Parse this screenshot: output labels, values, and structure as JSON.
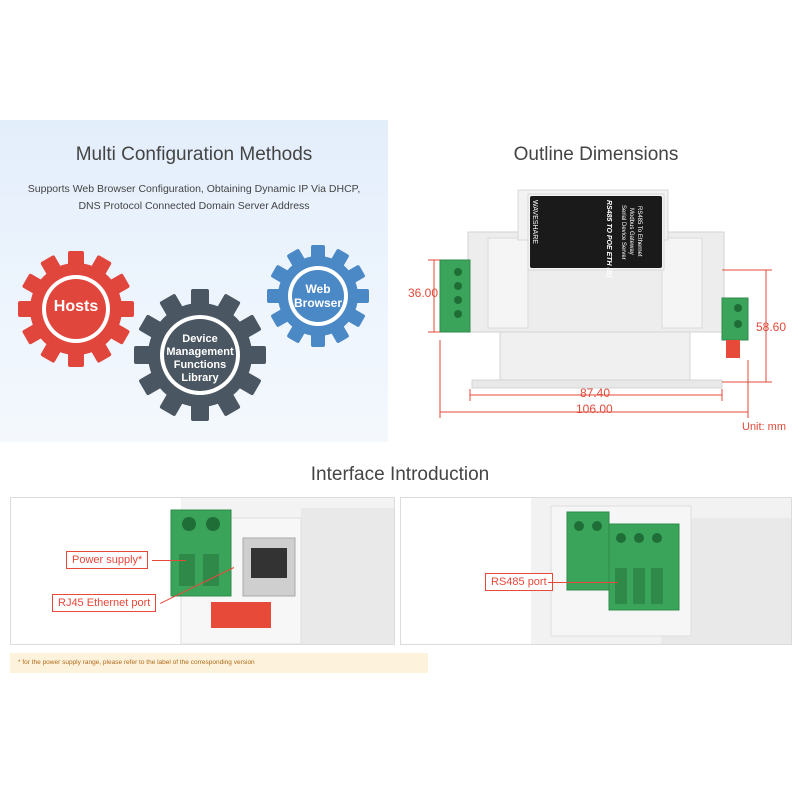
{
  "multi_config": {
    "title": "Multi Configuration Methods",
    "desc_line1": "Supports Web Browser Configuration, Obtaining Dynamic IP Via DHCP,",
    "desc_line2": "DNS Protocol Connected Domain Server Address",
    "gears": {
      "hosts": "Hosts",
      "web_line1": "Web",
      "web_line2": "Browser",
      "dm_line1": "Device",
      "dm_line2": "Management",
      "dm_line3": "Functions",
      "dm_line4": "Library"
    }
  },
  "outline": {
    "title": "Outline Dimensions",
    "dim_height_terminal": "36.00",
    "dim_height_total": "58.60",
    "dim_width_body": "87.40",
    "dim_width_total": "106.00",
    "unit": "Unit: mm",
    "label": {
      "brand": "WAVESHARE",
      "model": "RS485 TO POE ETH (B)",
      "line1": "Serial Device Server",
      "line2": "Modbus Gateway",
      "line3": "RS485 To Ethernet"
    }
  },
  "interface": {
    "title": "Interface Introduction",
    "power_supply": "Power supply*",
    "rj45": "RJ45 Ethernet port",
    "rs485": "RS485 port",
    "note": "* for the power supply range, please refer to the label of the corresponding version"
  },
  "colors": {
    "gear_hosts": "#e1463d",
    "gear_device": "#4a5661",
    "gear_web": "#4b88c6",
    "dimension": "#e04a3a",
    "terminal_green": "#3aa45a"
  }
}
